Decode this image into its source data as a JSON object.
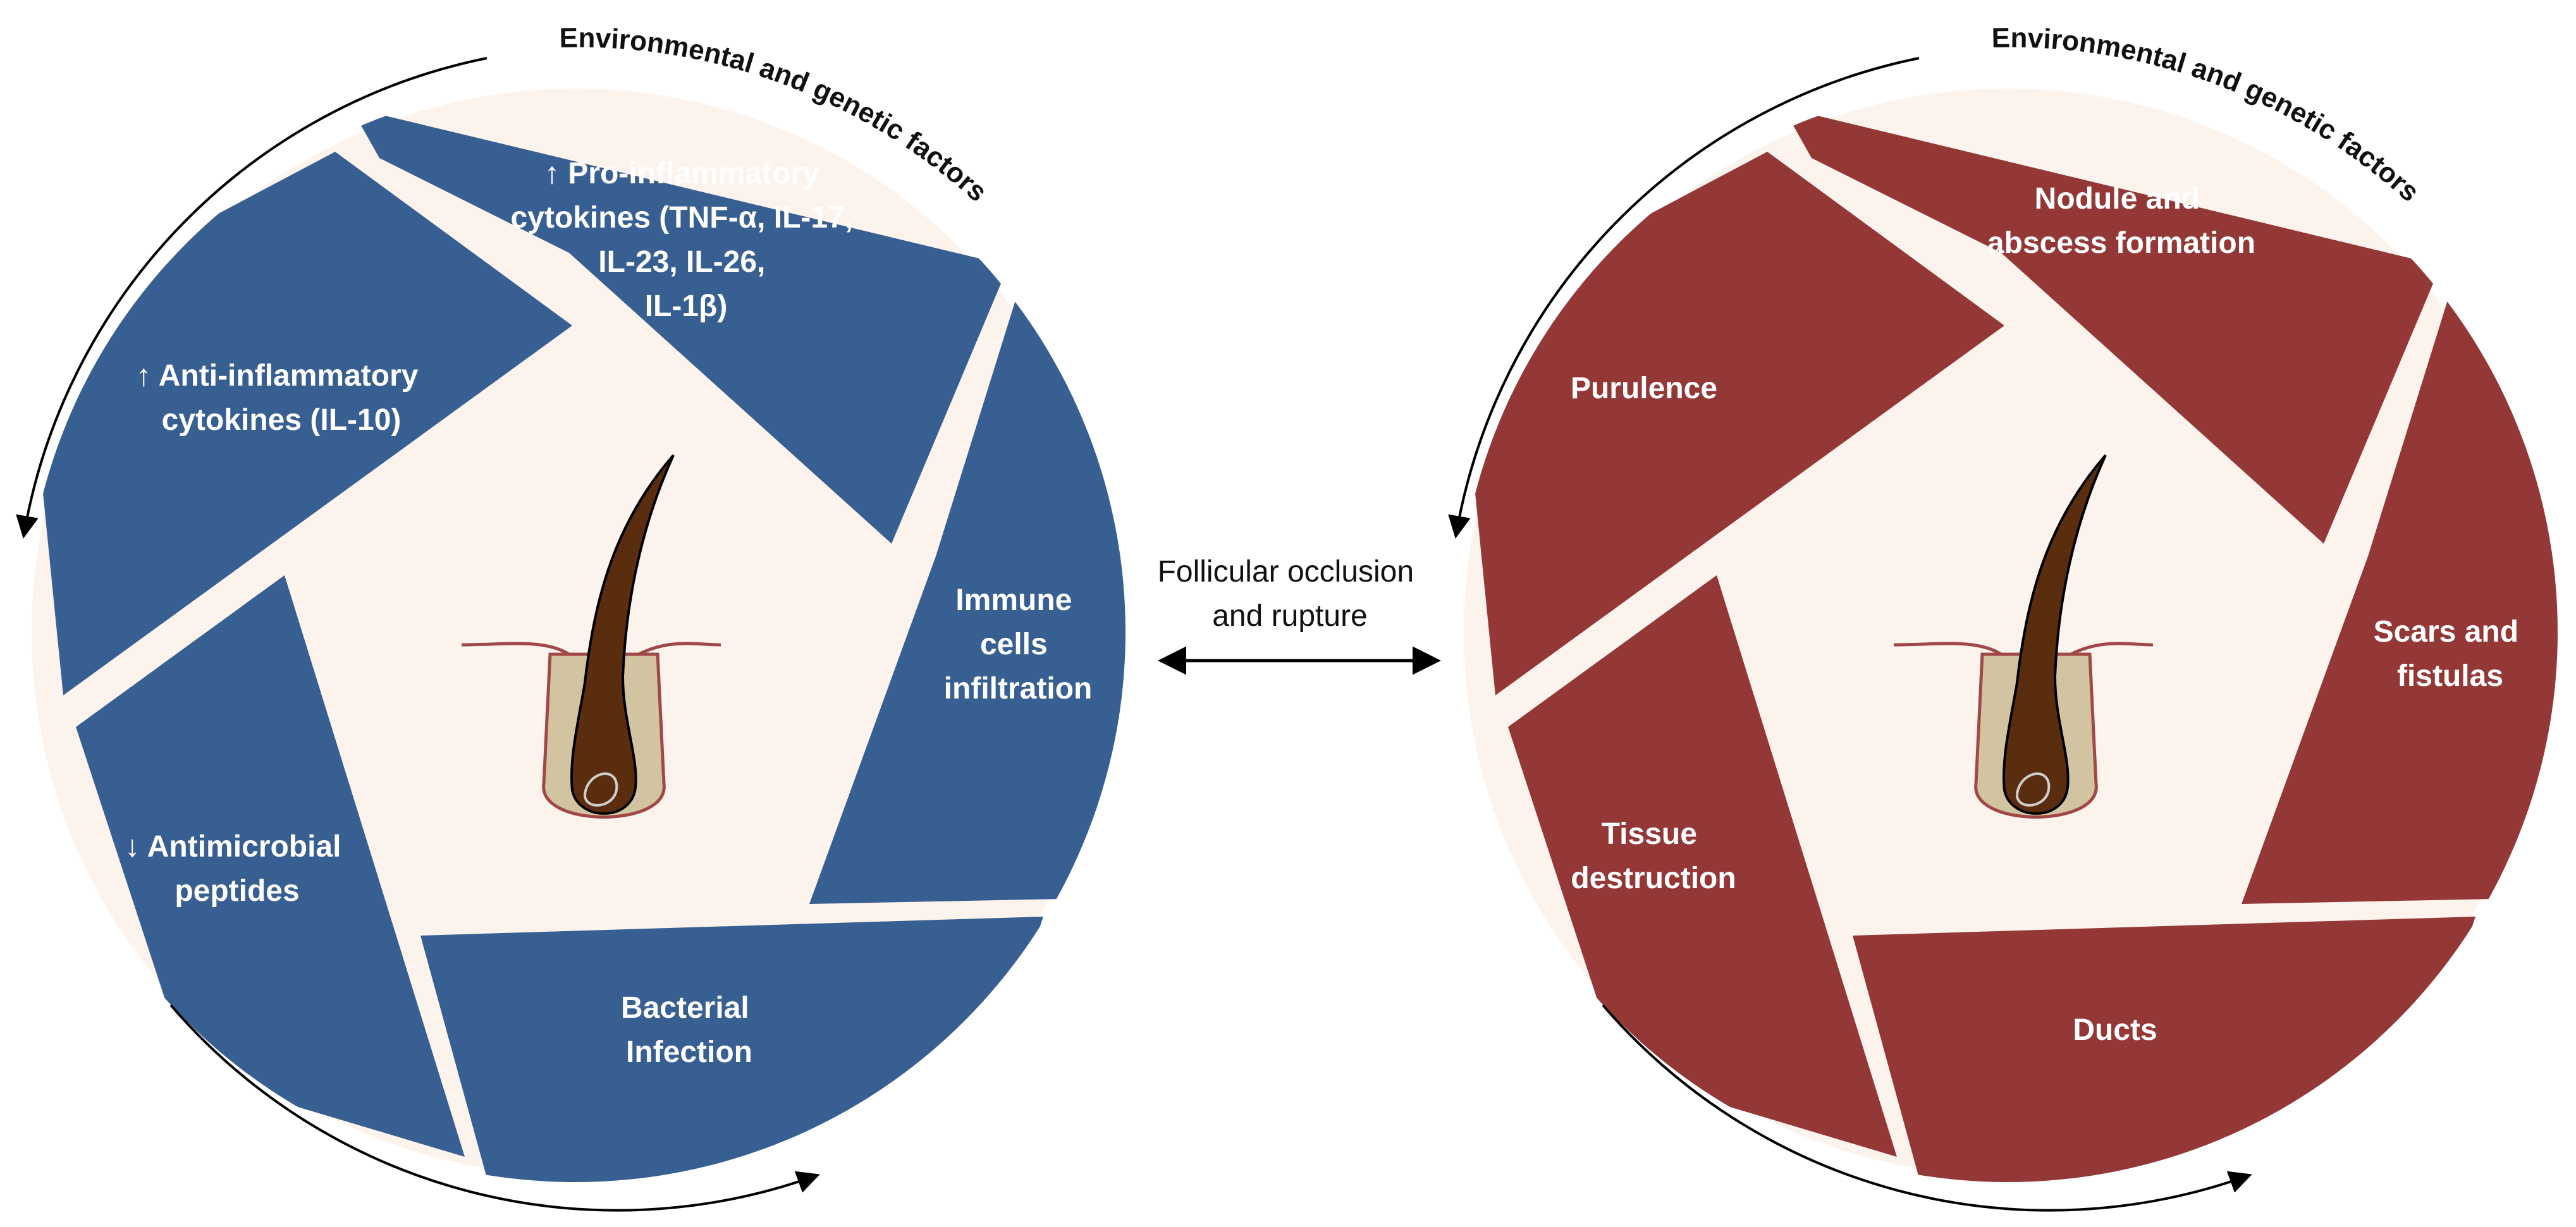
{
  "colors": {
    "left_accent": "#375f92",
    "right_accent": "#943737",
    "inner_fill": "#fcf3ed",
    "hair_brown": "#5a2d0f",
    "follicle_fill": "#d2c4a0",
    "skin_line": "#a04848"
  },
  "left_circle": {
    "curve_label": "Environmental and genetic factors",
    "segments": [
      {
        "lines": [
          "↑ Pro-inflammatory",
          "cytokines (TNF-α, IL-17,",
          "IL-23, IL-26,",
          "IL-1β)"
        ]
      },
      {
        "lines": [
          "Immune",
          "cells",
          "infiltration"
        ]
      },
      {
        "lines": [
          "Bacterial",
          "Infection"
        ]
      },
      {
        "lines": [
          "↓ Antimicrobial",
          "peptides"
        ]
      },
      {
        "lines": [
          "↑ Anti-inflammatory",
          "cytokines (IL-10)"
        ]
      }
    ]
  },
  "right_circle": {
    "curve_label": "Environmental and genetic factors",
    "segments": [
      {
        "lines": [
          "Nodule and",
          "abscess formation"
        ]
      },
      {
        "lines": [
          "Scars and",
          "fistulas"
        ]
      },
      {
        "lines": [
          "Ducts"
        ]
      },
      {
        "lines": [
          "Tissue",
          "destruction"
        ]
      },
      {
        "lines": [
          "Purulence"
        ]
      }
    ]
  },
  "center": {
    "lines": [
      "Follicular occlusion",
      "and rupture"
    ]
  },
  "icons": [
    "hair-follicle-icon",
    "double-arrow-icon",
    "curved-arrow-icon"
  ]
}
